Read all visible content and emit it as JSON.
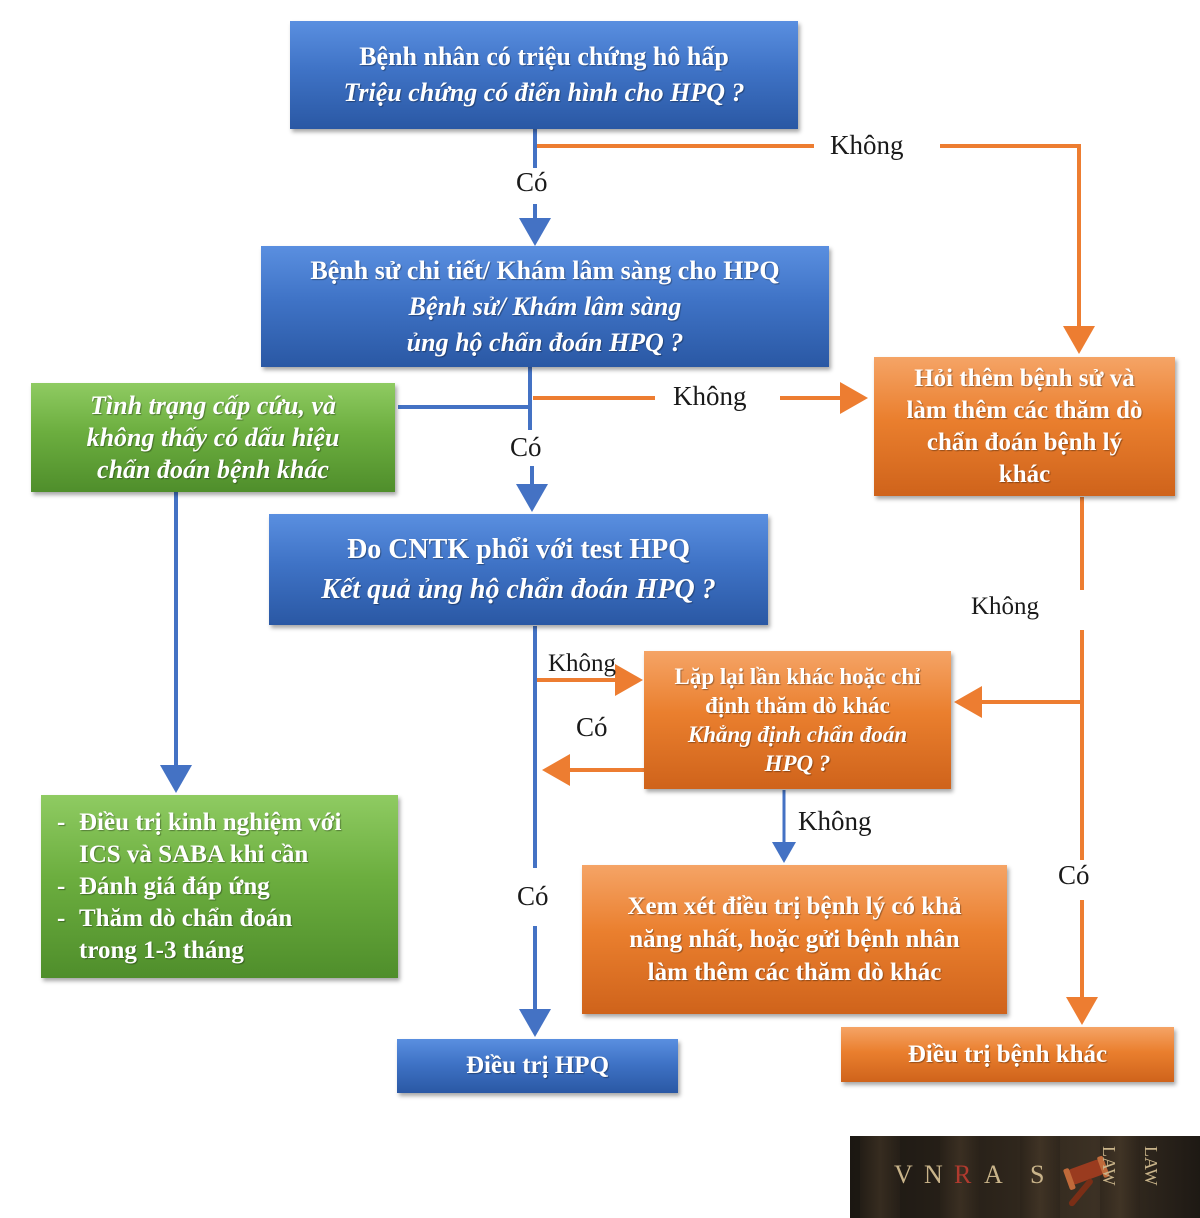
{
  "colors": {
    "blue_line": "#4472c4",
    "orange_line": "#ed7d31",
    "blue_box": "#3f73c6",
    "green_box": "#6cae3f",
    "orange_box": "#ea7f2e"
  },
  "boxes": {
    "start": {
      "line1": "Bệnh nhân có triệu chứng hô hấp",
      "line2": "Triệu chứng có điển hình cho HPQ ?"
    },
    "history": {
      "line1": "Bệnh sử chi tiết/ Khám lâm sàng cho HPQ",
      "line2": "Bệnh sử/ Khám lâm sàng",
      "line3": "ủng hộ chẩn đoán HPQ ?"
    },
    "emergency": {
      "line1": "Tình trạng cấp cứu, và",
      "line2": "không thấy có dấu hiệu",
      "line3": "chẩn đoán bệnh khác"
    },
    "spirometry": {
      "line1": "Đo CNTK phổi với test HPQ",
      "line2": "Kết quả ủng hộ chẩn đoán HPQ ?"
    },
    "more_history": {
      "line1": "Hỏi thêm bệnh sử và",
      "line2": "làm thêm các thăm dò",
      "line3": "chẩn đoán bệnh lý",
      "line4": "khác"
    },
    "repeat": {
      "line1": "Lặp lại lần khác hoặc chỉ",
      "line2": "định thăm dò khác",
      "line3": "Khẳng định chẩn đoán",
      "line4": "HPQ ?"
    },
    "empirical": {
      "item1a": "Điều trị kinh nghiệm với",
      "item1b": "ICS và SABA khi cần",
      "item2": "Đánh giá đáp ứng",
      "item3a": "Thăm dò chẩn đoán",
      "item3b": "trong 1-3 tháng",
      "bullet": "-"
    },
    "consider": {
      "line1": "Xem xét điều trị bệnh lý có khả",
      "line2": "năng nhất, hoặc gửi bệnh nhân",
      "line3": "làm thêm các thăm dò khác"
    },
    "treat_asthma": {
      "line1": "Điều trị HPQ"
    },
    "treat_other": {
      "line1": "Điều trị bệnh khác"
    }
  },
  "labels": {
    "no1": "Không",
    "yes1": "Có",
    "no2": "Không",
    "yes2": "Có",
    "no3": "Không",
    "no4": "Không",
    "yes3": "Có",
    "no5": "Không",
    "yes4": "Có",
    "yes5": "Có"
  },
  "logo": {
    "letters": [
      "V",
      "N",
      "R",
      "A",
      "S"
    ],
    "vertical1": "LAW",
    "vertical2": "LAW",
    "letter_colors": [
      "#c9b48a",
      "#c9b48a",
      "#b03a2e",
      "#c9b48a",
      "#c9b48a"
    ],
    "icon": "gavel-icon"
  }
}
